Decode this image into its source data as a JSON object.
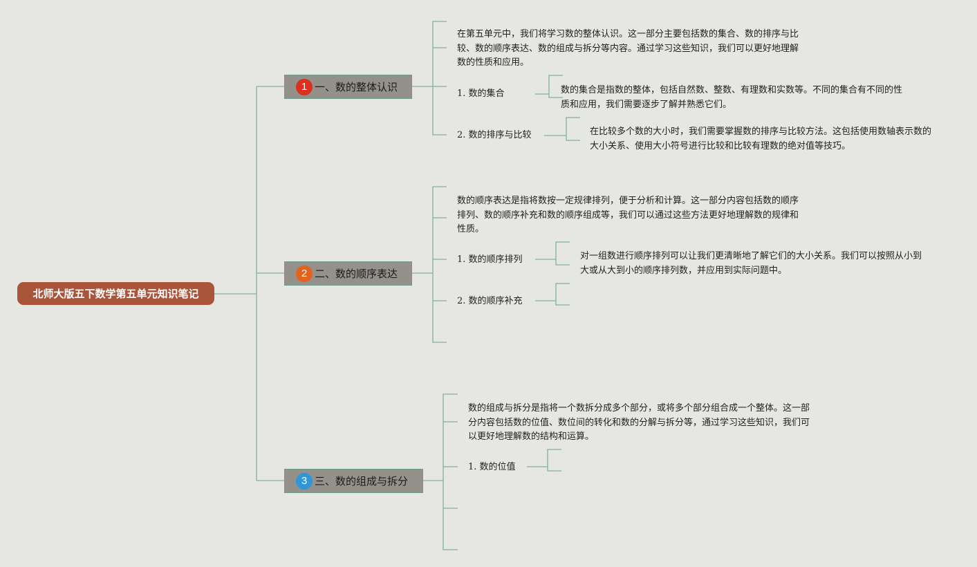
{
  "mindmap": {
    "root": {
      "label": "北师大版五下数学第五单元知识笔记"
    },
    "colors": {
      "root_fill": "#a95539",
      "branch_fill": "#93918a",
      "connector": "#7fb0a2",
      "background": "#e6e7e3",
      "marker_1": "#d9301f",
      "marker_2": "#e4621d",
      "marker_3": "#2f96d8"
    },
    "branches": [
      {
        "marker": "1",
        "label": "一、数的整体认识",
        "intro": "在第五单元中，我们将学习数的整体认识。这一部分主要包括数的集合、数的排序与比较、数的顺序表达、数的组成与拆分等内容。通过学习这些知识，我们可以更好地理解数的性质和应用。",
        "topics": [
          {
            "label": "1. 数的集合",
            "detail": "数的集合是指数的整体，包括自然数、整数、有理数和实数等。不同的集合有不同的性质和应用，我们需要逐步了解并熟悉它们。"
          },
          {
            "label": "2. 数的排序与比较",
            "detail": "在比较多个数的大小时，我们需要掌握数的排序与比较方法。这包括使用数轴表示数的大小关系、使用大小符号进行比较和比较有理数的绝对值等技巧。"
          }
        ]
      },
      {
        "marker": "2",
        "label": "二、数的顺序表达",
        "intro": "数的顺序表达是指将数按一定规律排列，便于分析和计算。这一部分内容包括数的顺序排列、数的顺序补充和数的顺序组成等，我们可以通过这些方法更好地理解数的规律和性质。",
        "topics": [
          {
            "label": "1. 数的顺序排列",
            "detail": "对一组数进行顺序排列可以让我们更清晰地了解它们的大小关系。我们可以按照从小到大或从大到小的顺序排列数，并应用到实际问题中。"
          },
          {
            "label": "2. 数的顺序补充",
            "detail": ""
          }
        ]
      },
      {
        "marker": "3",
        "label": "三、数的组成与拆分",
        "intro": "数的组成与拆分是指将一个数拆分成多个部分，或将多个部分组合成一个整体。这一部分内容包括数的位值、数位间的转化和数的分解与拆分等，通过学习这些知识，我们可以更好地理解数的结构和运算。",
        "topics": [
          {
            "label": "1. 数的位值",
            "detail": ""
          }
        ]
      }
    ]
  }
}
